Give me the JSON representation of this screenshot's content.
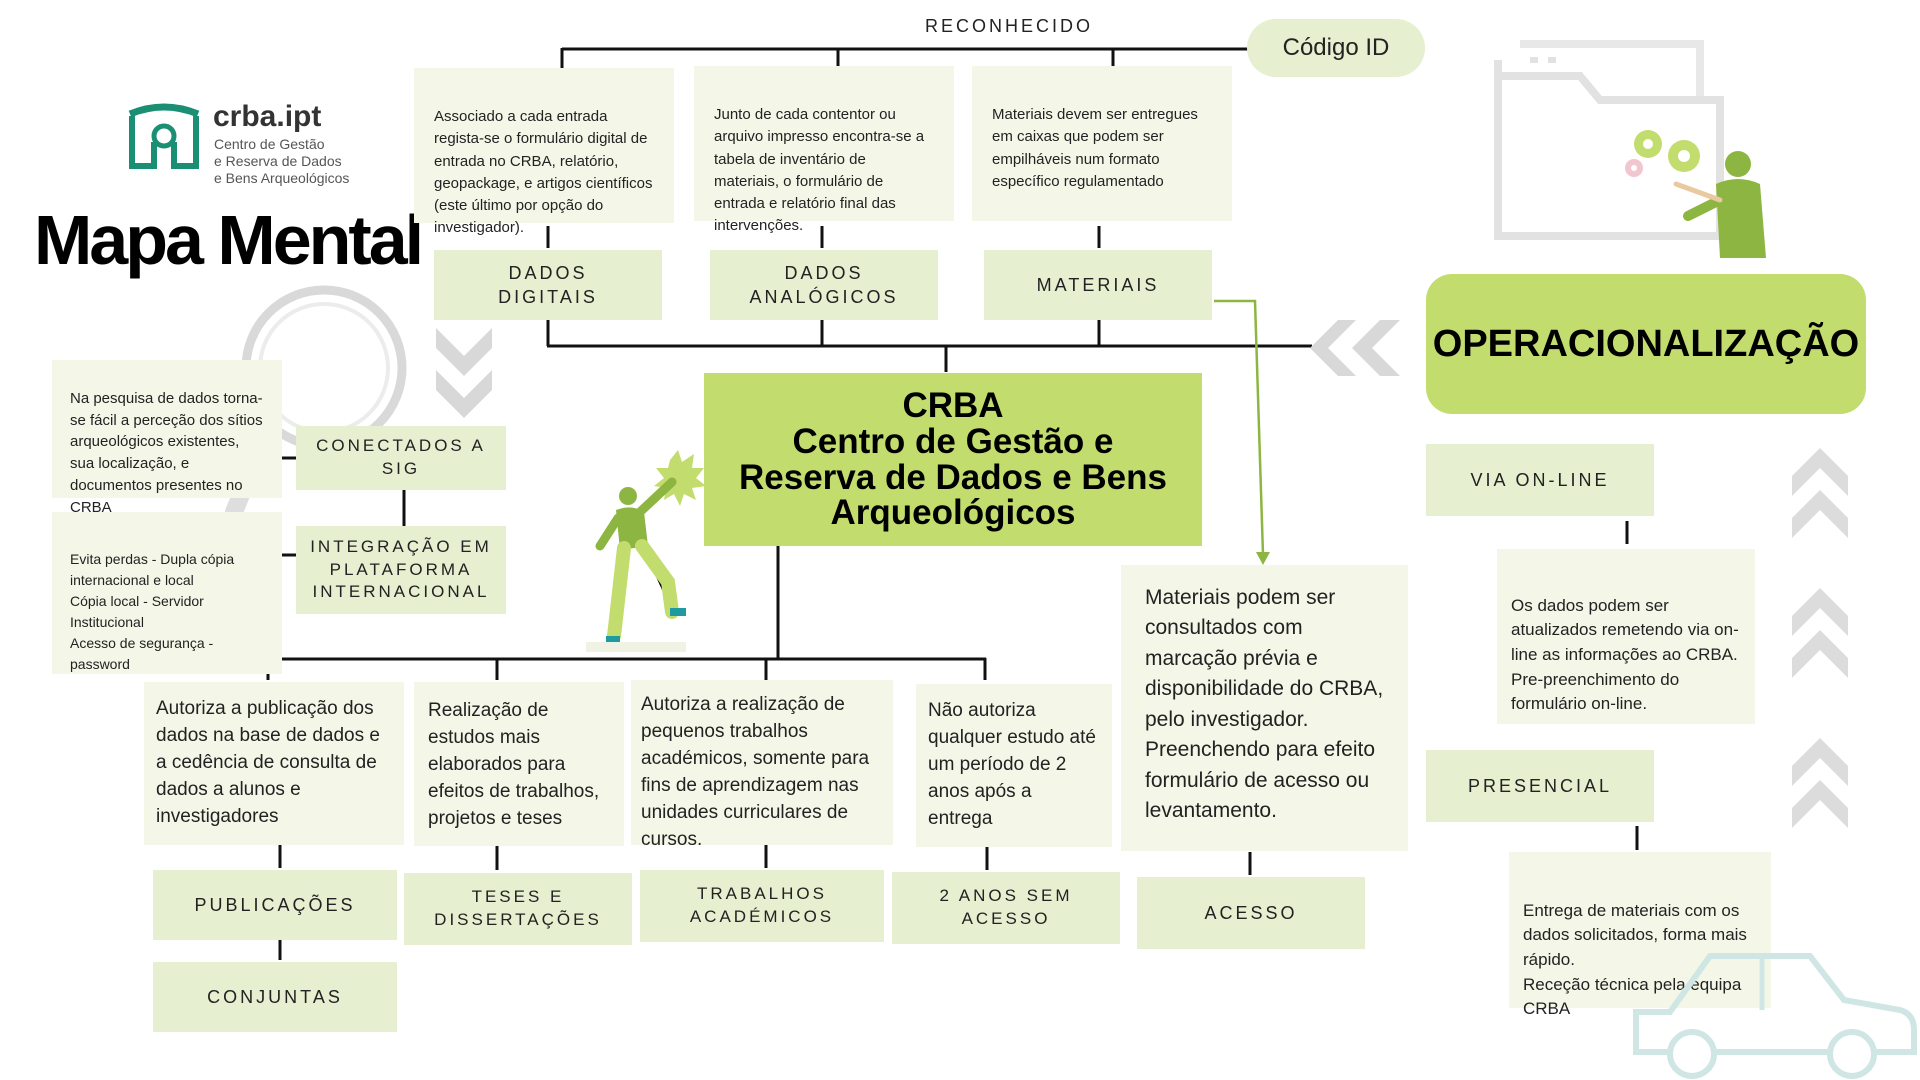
{
  "header": {
    "reconhecido": "RECONHECIDO",
    "codigo_id": "Código ID",
    "logo_name": "crba.ipt",
    "logo_sub": "Centro de Gestão\ne Reserva de Dados\ne Bens Arqueológicos",
    "title": "Mapa Mental"
  },
  "top_boxes": {
    "digitais_desc": "Associado a cada entrada regista-se o formulário digital de entrada no CRBA, relatório, geopackage, e artigos científicos  (este último por opção do investigador).",
    "analogicos_desc": "Junto de cada contentor ou arquivo impresso encontra-se a tabela de inventário de materiais, o formulário de entrada e relatório final das intervenções.",
    "materiais_desc": "Materiais devem ser entregues em caixas que podem ser empilháveis num formato específico regulamentado"
  },
  "top_labels": {
    "digitais": "DADOS\nDIGITAIS",
    "analogicos": "DADOS\nANALÓGICOS",
    "materiais": "MATERIAIS"
  },
  "center": {
    "line1": "CRBA",
    "line2": "Centro de Gestão e",
    "line3": "Reserva de Dados e Bens",
    "line4": "Arqueológicos"
  },
  "left": {
    "sig_desc": "Na pesquisa de dados torna-se fácil a perceção dos sítios arqueológicos existentes, sua localização, e documentos presentes no CRBA",
    "sig_label": "CONECTADOS A\nSIG",
    "integ_desc": "Evita perdas - Dupla cópia internacional e local\nCópia local - Servidor Institucional\nAcesso de segurança - password",
    "integ_label": "INTEGRAÇÃO EM\nPLATAFORMA\nINTERNACIONAL"
  },
  "bottom": {
    "pub_desc": "Autoriza a publicação dos dados na base de dados e a cedência de consulta de dados a alunos e investigadores",
    "teses_desc": "Realização de estudos mais elaborados para efeitos de trabalhos, projetos e teses",
    "trab_desc": "Autoriza a realização de pequenos trabalhos académicos, somente para fins de aprendizagem nas unidades curriculares de cursos.",
    "anos_desc": "Não autoriza qualquer estudo até um período de 2 anos após a entrega",
    "pub_label": "PUBLICAÇÕES",
    "conj_label": "CONJUNTAS",
    "teses_label": "TESES E\nDISSERTAÇÕES",
    "trab_label": "TRABALHOS\nACADÉMICOS",
    "anos_label": "2 ANOS SEM\nACESSO"
  },
  "acesso": {
    "desc": "Materiais podem ser consultados com marcação prévia e disponibilidade do CRBA, pelo investigador. Preenchendo para efeito formulário de acesso ou levantamento.",
    "label": "ACESSO"
  },
  "right": {
    "title": "OPERACIONALIZAÇÃO",
    "online_label": "VIA ON-LINE",
    "online_desc": "Os dados podem ser atualizados remetendo via on-line as informações ao CRBA.\nPre-preenchimento do formulário on-line.",
    "presencial_label": "PRESENCIAL",
    "presencial_desc": "Entrega de materiais com os dados solicitados, forma mais rápido.\nReceção técnica pela equipa CRBA"
  },
  "colors": {
    "accent_green": "#c2dc6e",
    "light_box": "#f4f7e8",
    "label_box": "#e6efcf",
    "figure_green": "#8db542",
    "chevron_gray": "#dcdcdc"
  },
  "icons": [
    "magnifier-icon",
    "chevron-down-icon",
    "chevron-left-icon",
    "chevron-up-icon",
    "folder-icon",
    "gear-icon",
    "person-icon",
    "car-icon",
    "logo-icon"
  ]
}
